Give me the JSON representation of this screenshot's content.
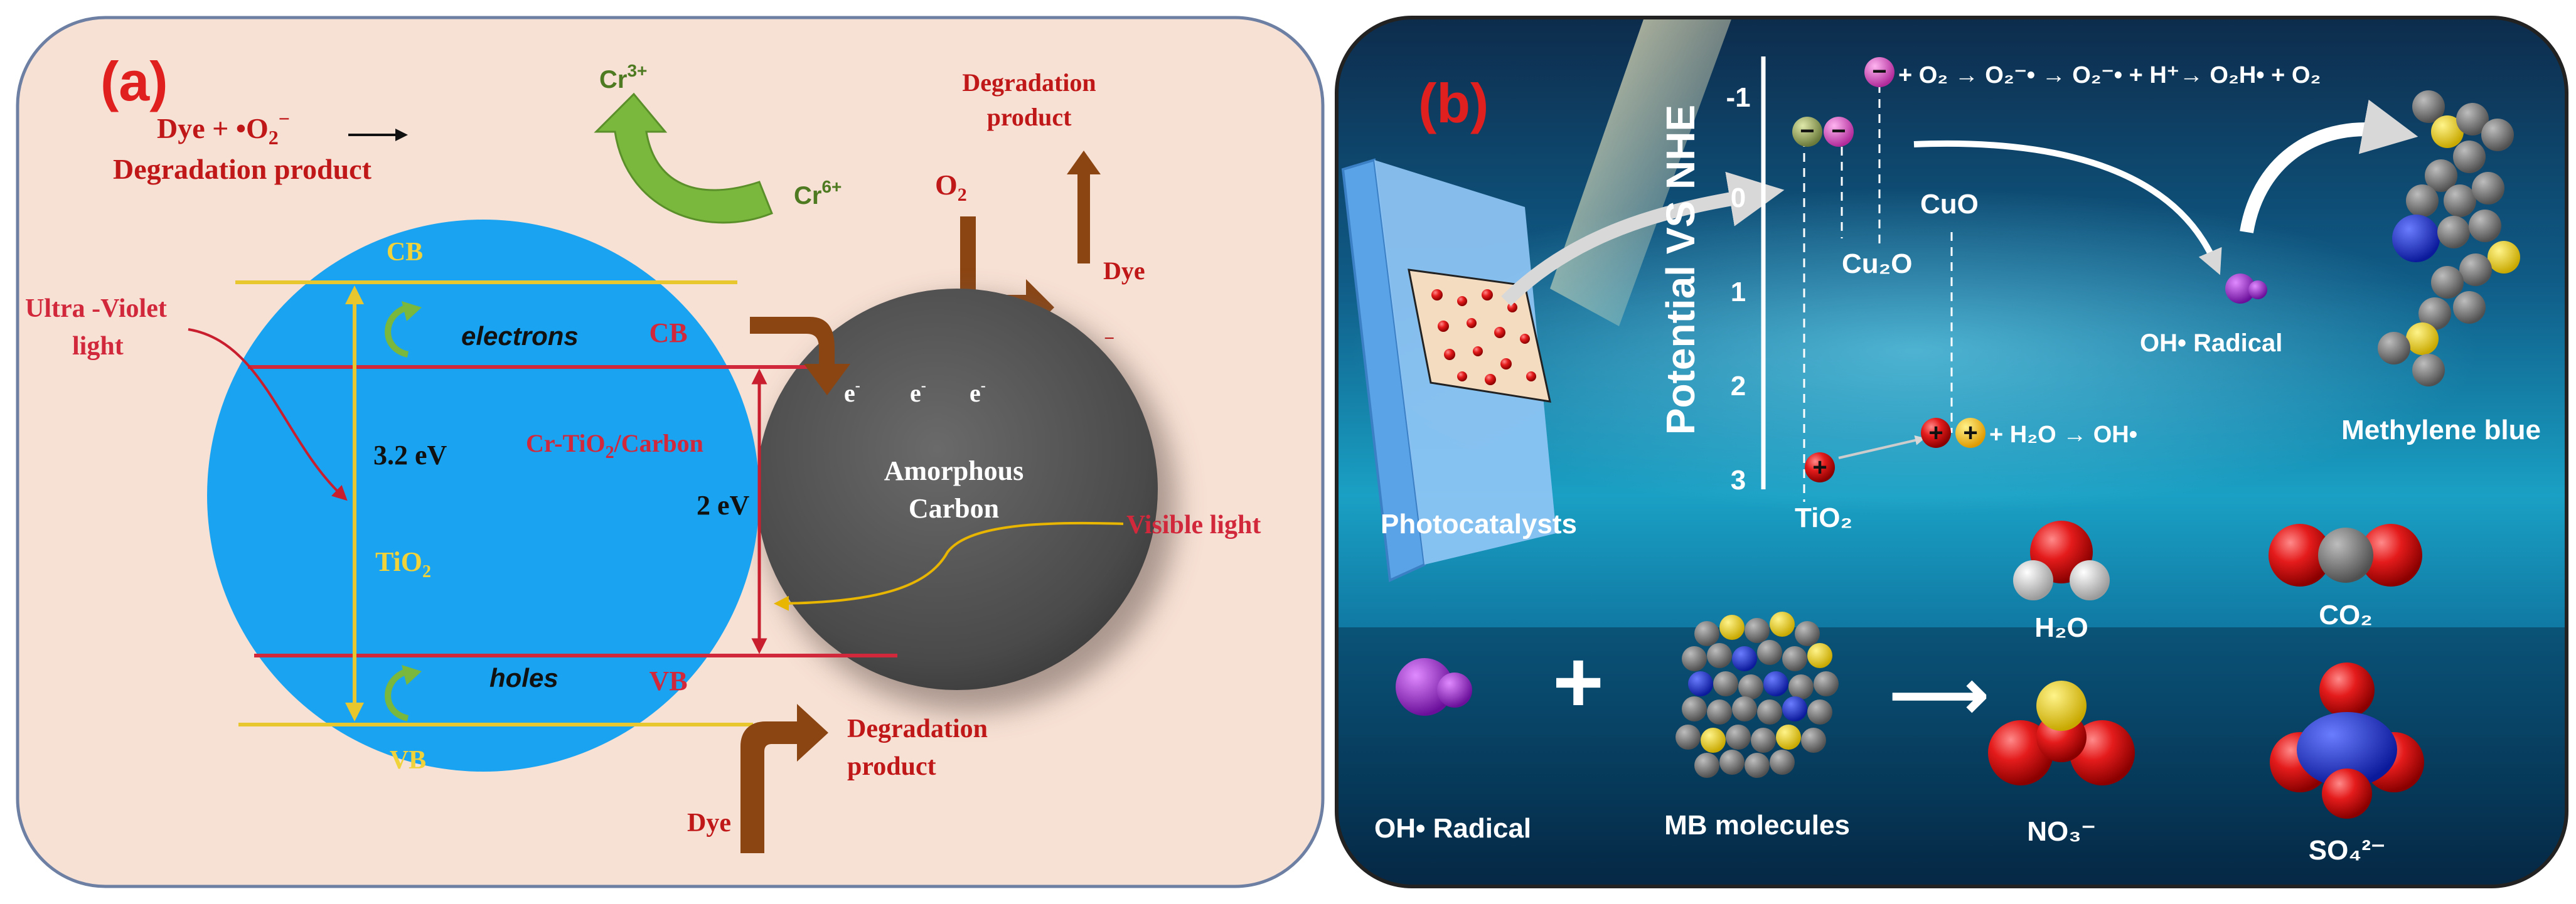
{
  "panel_a": {
    "label": "(a)",
    "eq_top": "Dye + •O",
    "eq_sub": "2",
    "eq_sup": "−",
    "eq_line2": "Degradation product",
    "cr3": "Cr",
    "cr3_sup": "3+",
    "cr6": "Cr",
    "cr6_sup": "6+",
    "deg_top_1": "Degradation",
    "deg_top_2": "product",
    "o2": "O",
    "o2_sub": "2",
    "dye_right": "Dye",
    "o2_radical": "•O",
    "o2_radical_sub": "2",
    "o2_radical_sup": "−",
    "cb_outer": "CB",
    "cb_inner": "CB",
    "vb_outer": "VB",
    "vb_inner": "VB",
    "uv_1": "Ultra -Violet",
    "uv_2": "light",
    "electrons": "electrons",
    "holes": "holes",
    "e1": "e",
    "e2": "e",
    "e3": "e",
    "e_sup": "-",
    "gap_32": "3.2 eV",
    "tio2": "TiO",
    "tio2_sub": "2",
    "cr_tio2_1": "Cr-TiO",
    "cr_tio2_sub": "2",
    "cr_tio2_2": "/Carbon",
    "gap_2": "2 eV",
    "amorphous_1": "Amorphous",
    "amorphous_2": "Carbon",
    "visible": "Visible light",
    "deg_bot_1": "Degradation",
    "deg_bot_2": "product",
    "dye_bottom": "Dye"
  },
  "panel_b": {
    "label": "(b)",
    "axis_title": "Potential VS NHE",
    "ticks": [
      "-1",
      "0",
      "1",
      "2",
      "3"
    ],
    "reaction_top": "+ O₂ → O₂⁻• → O₂⁻• + H⁺→  O₂H• + O₂",
    "cu2o": "Cu₂O",
    "cuo": "CuO",
    "tio2": "TiO₂",
    "reaction_bottom": "+ H₂O → OH•",
    "photocatalysts": "Photocatalysts",
    "oh_radical_top": "OH• Radical",
    "methylene_blue": "Methylene blue",
    "h2o": "H₂O",
    "co2": "CO₂",
    "no3": "NO₃⁻",
    "so4": "SO₄²⁻",
    "oh_radical_bottom": "OH• Radical",
    "mb_molecules": "MB molecules",
    "plus": "+",
    "arrow": "⟶"
  },
  "colors": {
    "panel_a_bg": "#f7e0d4",
    "tio2_blue": "#1aa3f0",
    "carbon_gray": "#4d4d4d",
    "red_text": "#e0201e",
    "yellow_line": "#e8c62e",
    "band_red": "#d2283c",
    "brown_arrow": "#8b4513",
    "green_arrow": "#79b83c",
    "panel_b_bg": "#0a3a5c"
  }
}
